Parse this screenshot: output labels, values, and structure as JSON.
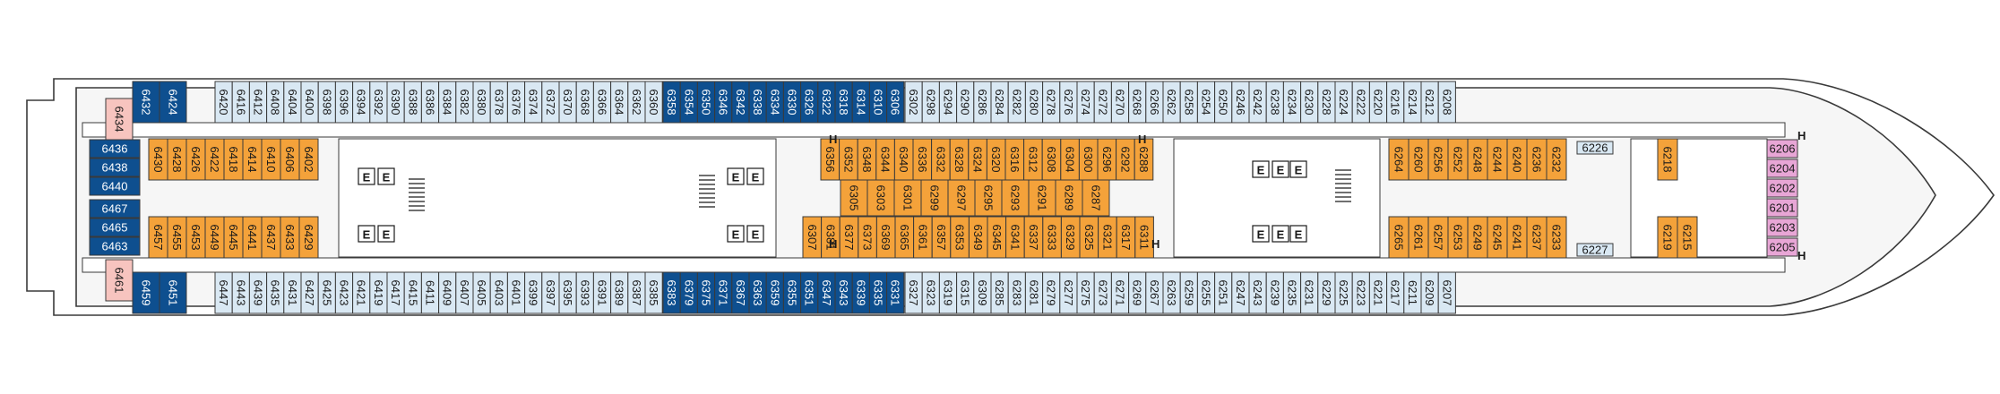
{
  "colors": {
    "interior": "#d9e8f3",
    "balcony": "#0e4f8f",
    "oceanview": "#f4a23a",
    "suite": "#f7c4bf",
    "spa": "#e8a6d6",
    "corridor": "#ffffff",
    "hull": "#ffffff",
    "text": "#1a1a1a",
    "textOnDark": "#ffffff"
  },
  "icons": {
    "bed": "double-bed-icon",
    "accessible": "accessible-cabin-icon",
    "connecting": "connecting-door-icon",
    "lift": "elevator-icon",
    "stairs": "staircase-icon"
  },
  "diagram": {
    "lift_label": "E",
    "accessible_label": "H",
    "top_outer": {
      "interior": [
        "6420",
        "6416",
        "6412",
        "6408",
        "6404",
        "6400",
        "6398",
        "6396",
        "6394",
        "6392",
        "6390",
        "6388",
        "6386",
        "6384",
        "6382",
        "6380",
        "6378",
        "6376",
        "6374",
        "6372",
        "6370",
        "6368",
        "6366",
        "6364",
        "6362",
        "6360"
      ],
      "balcony": [
        "6358",
        "6354",
        "6350",
        "6346",
        "6342",
        "6338",
        "6334",
        "6330",
        "6326",
        "6322",
        "6318",
        "6314",
        "6310",
        "6306"
      ],
      "interior_fwd": [
        "6302",
        "6298",
        "6294",
        "6290",
        "6286",
        "6284",
        "6282",
        "6280",
        "6278",
        "6276",
        "6274",
        "6272",
        "6270",
        "6268",
        "6266",
        "6262",
        "6258",
        "6254",
        "6250",
        "6246",
        "6242",
        "6238",
        "6234",
        "6230",
        "6228",
        "6224",
        "6222",
        "6220",
        "6216",
        "6214",
        "6212",
        "6208"
      ]
    },
    "bottom_outer": {
      "interior": [
        "6447",
        "6443",
        "6439",
        "6435",
        "6431",
        "6427",
        "6425",
        "6423",
        "6421",
        "6419",
        "6417",
        "6415",
        "6411",
        "6409",
        "6407",
        "6405",
        "6403",
        "6401",
        "6399",
        "6397",
        "6395",
        "6393",
        "6391",
        "6389",
        "6387",
        "6385"
      ],
      "balcony": [
        "6383",
        "6379",
        "6375",
        "6371",
        "6367",
        "6363",
        "6359",
        "6355",
        "6351",
        "6347",
        "6343",
        "6339",
        "6335",
        "6331"
      ],
      "interior_fwd": [
        "6327",
        "6323",
        "6319",
        "6315",
        "6309",
        "6285",
        "6283",
        "6281",
        "6279",
        "6277",
        "6275",
        "6273",
        "6271",
        "6269",
        "6267",
        "6263",
        "6259",
        "6255",
        "6251",
        "6247",
        "6243",
        "6239",
        "6235",
        "6231",
        "6229",
        "6225",
        "6223",
        "6221",
        "6217",
        "6211",
        "6209",
        "6207"
      ]
    },
    "aft_stern": {
      "top_pair": [
        "6434",
        "6432",
        "6424"
      ],
      "balcony_col": [
        "6436",
        "6438",
        "6440",
        "6467",
        "6465",
        "6463"
      ],
      "bottom_pair": [
        "6461",
        "6459",
        "6451"
      ]
    },
    "aft_inner": {
      "top": [
        "6430",
        "6428",
        "6426",
        "6422",
        "6418",
        "6414",
        "6410",
        "6406",
        "6402"
      ],
      "bottom": [
        "6457",
        "6455",
        "6453",
        "6449",
        "6445",
        "6441",
        "6437",
        "6433",
        "6429"
      ]
    },
    "mid_inner": {
      "top": [
        "6356",
        "6352",
        "6348",
        "6344",
        "6340",
        "6336",
        "6332",
        "6328",
        "6324",
        "6320",
        "6316",
        "6312",
        "6308",
        "6304",
        "6300",
        "6296",
        "6292",
        "6288"
      ],
      "middle_upper": [
        "6305",
        "6303",
        "6301",
        "6299",
        "6297",
        "6295",
        "6293",
        "6291",
        "6289",
        "6287"
      ],
      "bottom": [
        "6307",
        "6381",
        "6377",
        "6373",
        "6369",
        "6365",
        "6361",
        "6357",
        "6353",
        "6349",
        "6345",
        "6341",
        "6337",
        "6333",
        "6329",
        "6325",
        "6321",
        "6317",
        "6311"
      ]
    },
    "fwd_inner": {
      "top": [
        "6264",
        "6260",
        "6256",
        "6252",
        "6248",
        "6244",
        "6240",
        "6236",
        "6232"
      ],
      "bottom": [
        "6265",
        "6261",
        "6257",
        "6253",
        "6249",
        "6245",
        "6241",
        "6237",
        "6233"
      ],
      "top_single": "6226",
      "bottom_single": "6227",
      "fwd_top": "6218",
      "fwd_bottom": [
        "6219",
        "6215"
      ]
    },
    "bow_spa": [
      "6206",
      "6204",
      "6202",
      "6201",
      "6203",
      "6205"
    ]
  }
}
